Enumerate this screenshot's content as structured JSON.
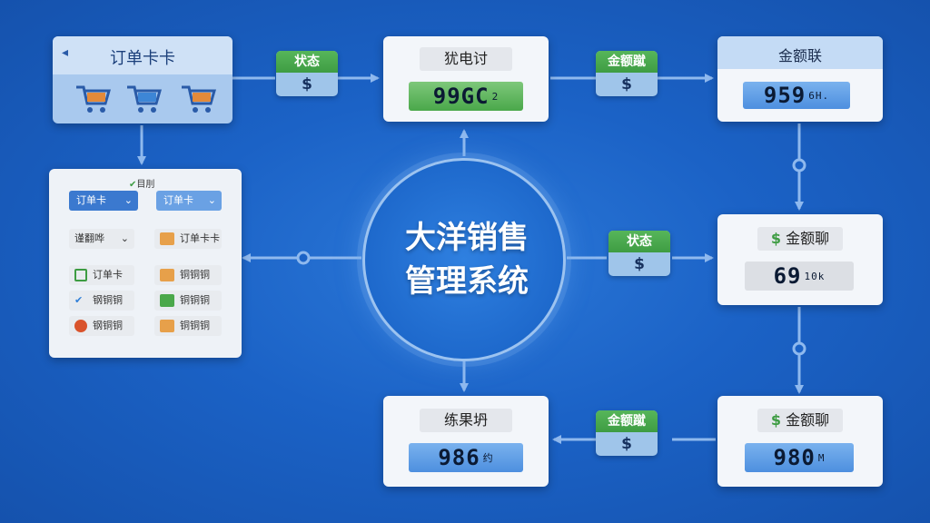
{
  "center": {
    "line1": "大洋销售",
    "line2": "管理系统"
  },
  "order_card": {
    "title": "订单卡卡",
    "back_glyph": "◂"
  },
  "form_panel": {
    "top_label": "目刖",
    "dropdown_left": "订单卡",
    "dropdown_right": "订单卡",
    "select_label": "谨翻哗",
    "option_right": "订单卡卡",
    "rows": [
      {
        "left": "订单卡",
        "right": "铜铜铜"
      },
      {
        "left": "钢铜铜",
        "right": "铜铜铜"
      },
      {
        "left": "钢铜铜",
        "right": "铜铜铜"
      }
    ]
  },
  "cards": {
    "top_center": {
      "title": "犹电讨",
      "value": "99GC",
      "suffix": "2"
    },
    "top_right": {
      "title": "金额联",
      "value": "959",
      "suffix": "6H."
    },
    "mid_right": {
      "title": "金额",
      "title_suffix": "聊",
      "value": "69",
      "suffix": "10k"
    },
    "bottom_right": {
      "title": "金额",
      "title_suffix": "聊",
      "value": "980",
      "suffix": "M"
    },
    "bottom_center": {
      "title": "练果坍",
      "value": "986",
      "suffix": "约"
    }
  },
  "badges": {
    "b1": {
      "label": "状态",
      "symbol": "$"
    },
    "b2": {
      "label": "金额蹴",
      "symbol": "$"
    },
    "b3": {
      "label": "状态",
      "symbol": "$"
    },
    "b4": {
      "label": "金额蹴",
      "symbol": "$"
    }
  },
  "colors": {
    "background": "#1b62c6",
    "accent_green": "#4aa84a",
    "accent_blue": "#4d8fdf",
    "connector": "#8fb9ee"
  }
}
